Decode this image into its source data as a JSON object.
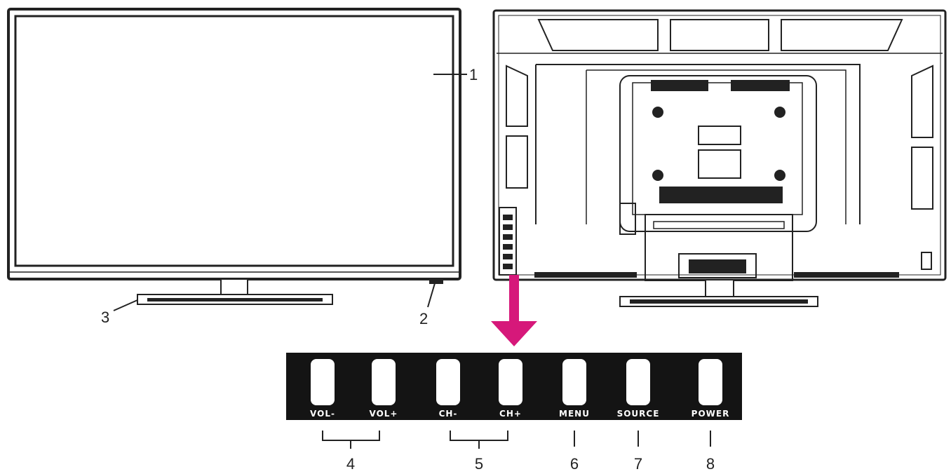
{
  "callouts": {
    "screen": "1",
    "power_indicator": "2",
    "stand": "3",
    "volume": "4",
    "channel": "5",
    "menu": "6",
    "source": "7",
    "power": "8"
  },
  "buttons": [
    {
      "id": "vol-minus",
      "label": "VOL-"
    },
    {
      "id": "vol-plus",
      "label": "VOL+"
    },
    {
      "id": "ch-minus",
      "label": "CH-"
    },
    {
      "id": "ch-plus",
      "label": "CH+"
    },
    {
      "id": "menu",
      "label": "MENU"
    },
    {
      "id": "source",
      "label": "SOURCE"
    },
    {
      "id": "power",
      "label": "POWER"
    }
  ],
  "colors": {
    "arrow": "#d6187a",
    "line": "#222222",
    "panel": "#141414"
  }
}
